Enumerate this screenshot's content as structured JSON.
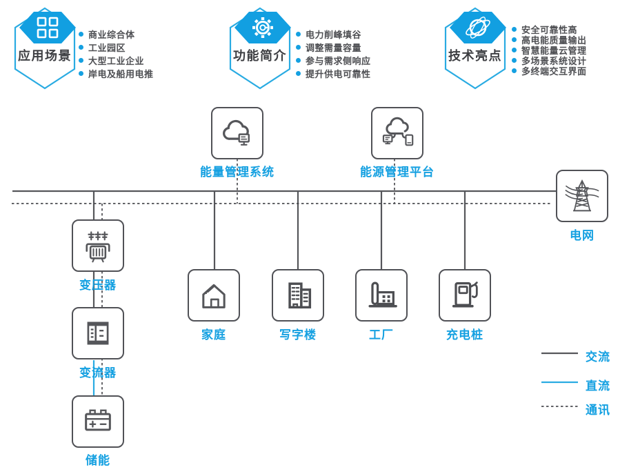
{
  "colors": {
    "accent_blue": "#14a0e1",
    "hex_fill": "#129fe1",
    "hex_outline": "#29abe2",
    "icon_gray": "#55565a",
    "text_dark": "#3d3e42"
  },
  "badges": [
    {
      "title": "应用场景",
      "icon": "grid-icon",
      "items": [
        "商业综合体",
        "工业园区",
        "大型工业企业",
        "岸电及船用电推"
      ]
    },
    {
      "title": "功能简介",
      "icon": "gear-icon",
      "items": [
        "电力削峰填谷",
        "调整需量容量",
        "参与需求侧响应",
        "提升供电可靠性"
      ]
    },
    {
      "title": "技术亮点",
      "icon": "planet-icon",
      "items": [
        "安全可靠性高",
        "高电能质量输出",
        "智慧能量云管理",
        "多场景系统设计",
        "多终端交互界面"
      ]
    }
  ],
  "nodes": {
    "ems": {
      "label": "能量管理系统",
      "icon": "cloud-monitor-icon"
    },
    "emp": {
      "label": "能源管理平台",
      "icon": "cloud-devices-icon"
    },
    "grid": {
      "label": "电网",
      "icon": "transmission-tower-icon"
    },
    "transformer": {
      "label": "变压器",
      "icon": "transformer-icon"
    },
    "converter": {
      "label": "变流器",
      "icon": "converter-icon"
    },
    "storage": {
      "label": "储能",
      "icon": "battery-icon"
    },
    "home": {
      "label": "家庭",
      "icon": "house-icon"
    },
    "office": {
      "label": "写字楼",
      "icon": "office-building-icon"
    },
    "factory": {
      "label": "工厂",
      "icon": "factory-icon"
    },
    "charger": {
      "label": "充电桩",
      "icon": "charging-station-icon"
    }
  },
  "legend": {
    "ac": "交流",
    "dc": "直流",
    "comm": "通讯"
  }
}
